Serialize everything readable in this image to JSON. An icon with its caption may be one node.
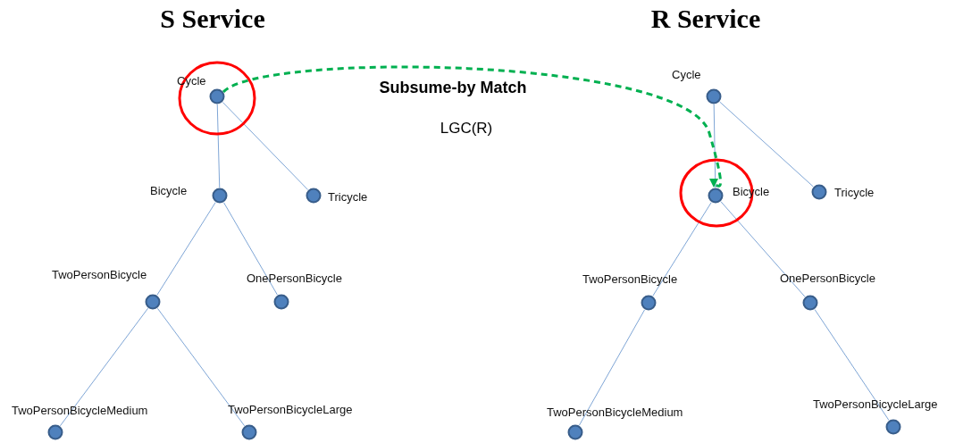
{
  "diagram": {
    "nodes": [
      {
        "text": [],
        "shape": "circle"
      },
      {
        "text": [
          "Cycle"
        ],
        "in": 0
      },
      {
        "text": [
          "Bicycle"
        ]
      },
      {
        "text": [
          "Tricycle"
        ]
      },
      {
        "text": [
          "TwoPersonBicycle"
        ]
      },
      {
        "text": [
          "OnePersonBicycle"
        ]
      },
      {
        "text": [
          "TwoPersonBicycleMedium"
        ]
      },
      {
        "text": [
          "TwoPersonBicycleLarge"
        ]
      },
      {
        "text": [
          "Cycle"
        ]
      },
      {
        "text": [],
        "shape": "circle"
      },
      {
        "text": [
          "Bicycle"
        ],
        "in": 9
      },
      {
        "text": [
          "Tricycle"
        ]
      },
      {
        "text": [
          "TwoPersonBicycle"
        ]
      },
      {
        "text": [
          "OnePersonBicycle"
        ]
      },
      {
        "text": [
          "TwoPersonBicycleMedium"
        ]
      },
      {
        "text": [
          "TwoPersonBicycleLarge"
        ]
      }
    ],
    "edges": [
      {
        "from": 1,
        "to": 2,
        "arrow": "none"
      },
      {
        "from": 1,
        "to": 3,
        "arrow": "none"
      },
      {
        "from": 2,
        "to": 4,
        "arrow": "none"
      },
      {
        "from": 2,
        "to": 5,
        "arrow": "none"
      },
      {
        "from": 4,
        "to": 6,
        "arrow": "none"
      },
      {
        "from": 4,
        "to": 7,
        "arrow": "none"
      },
      {
        "from": 8,
        "to": 10,
        "arrow": "none"
      },
      {
        "from": 8,
        "to": 11,
        "arrow": "none"
      },
      {
        "from": 10,
        "to": 12,
        "arrow": "none"
      },
      {
        "from": 10,
        "to": 13,
        "arrow": "none"
      },
      {
        "from": 12,
        "to": 14,
        "arrow": "none"
      },
      {
        "from": 13,
        "to": 15,
        "arrow": "none"
      },
      {
        "from": 1,
        "to": 10,
        "arrow": "to",
        "label": "Subsume-by Match",
        "style": "dashed",
        "color": "#00b050"
      }
    ],
    "labels": [
      "S Service",
      "R Service",
      "LGC(R)"
    ]
  }
}
